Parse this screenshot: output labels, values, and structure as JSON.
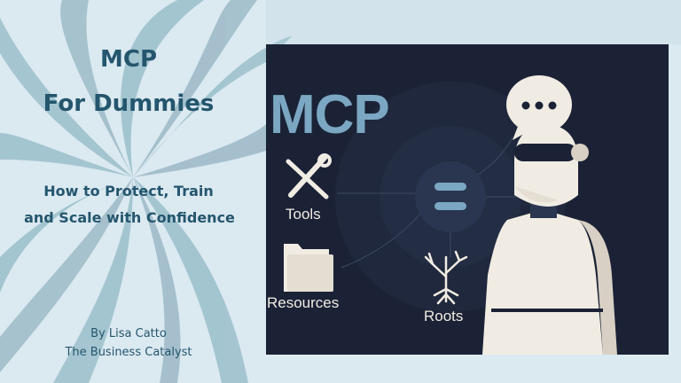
{
  "title": {
    "line1": "MCP",
    "line2": "For Dummies"
  },
  "subtitle": {
    "line1": "How to Protect, Train",
    "line2": "and Scale with Confidence"
  },
  "byline": {
    "author": "By Lisa Catto",
    "company": "The Business Catalyst"
  },
  "illustration": {
    "heading": "MCP",
    "tools_label": "Tools",
    "resources_label": "Resources",
    "roots_label": "Roots"
  },
  "colors": {
    "background": "#dbe9f1",
    "title": "#24566e",
    "panel": "#1b2236",
    "accent": "#7ba7c2",
    "ivory": "#f1ece3"
  }
}
